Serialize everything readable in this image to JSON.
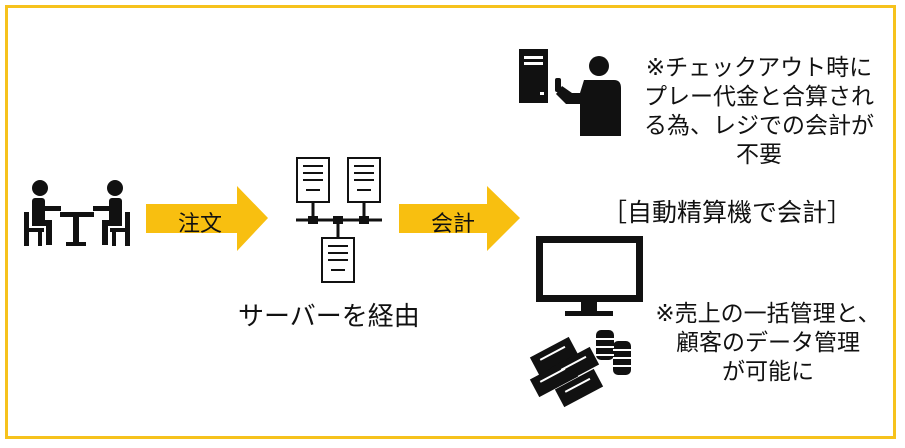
{
  "arrows": {
    "order_label": "注文",
    "payment_label": "会計"
  },
  "server_caption": "サーバーを経由",
  "note_checkout": [
    "※チェックアウト時に",
    "プレー代金と合算され",
    "る為、レジでの会計が",
    "不要"
  ],
  "auto_payment_label": "［自動精算機で会計］",
  "note_management": [
    "※売上の一括管理と、",
    "顧客のデータ管理",
    "が可能に"
  ],
  "colors": {
    "frame": "#f6c21c",
    "arrow": "#f8bf10",
    "icon": "#111111"
  },
  "icons": [
    "diners-at-table-icon",
    "server-network-icon",
    "cashier-register-icon",
    "monitor-icon",
    "money-stacks-icon"
  ]
}
